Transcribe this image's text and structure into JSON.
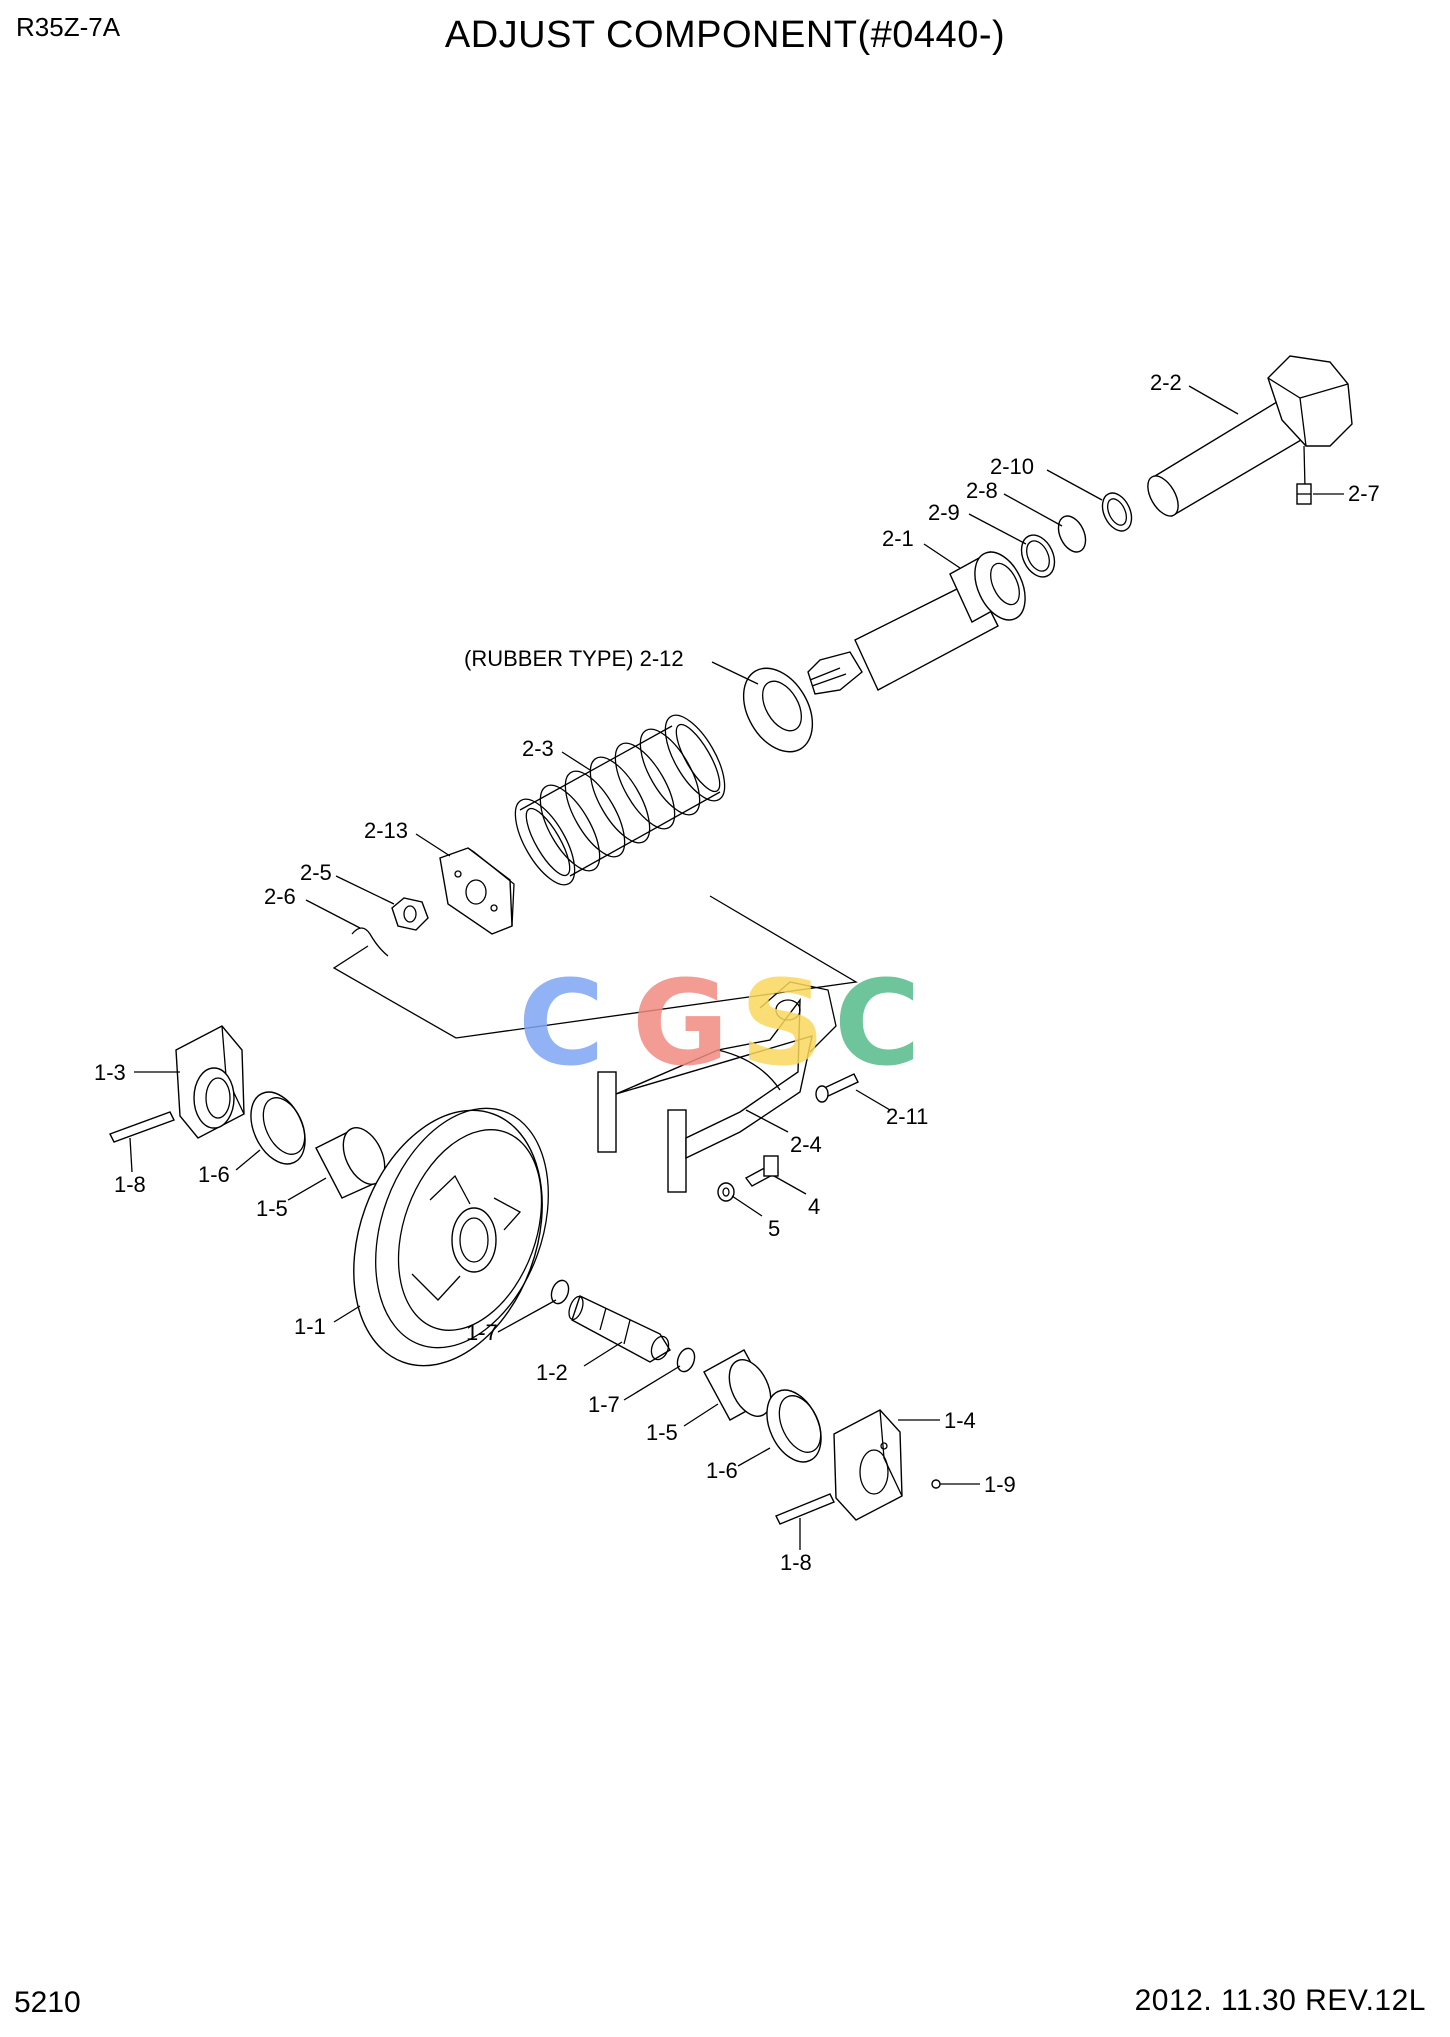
{
  "header": {
    "model": "R35Z-7A",
    "title": "ADJUST COMPONENT(#0440-)"
  },
  "footer": {
    "page_number": "5210",
    "revision": "2012. 11.30  REV.12L"
  },
  "watermark": {
    "letters": [
      {
        "char": "C",
        "color": "#7ea6f4"
      },
      {
        "char": "G",
        "color": "#f28b82"
      },
      {
        "char": "S",
        "color": "#fbd85d"
      },
      {
        "char": "C",
        "color": "#57bb8a"
      }
    ]
  },
  "part_labels": {
    "p2_2": "2-2",
    "p2_7": "2-7",
    "p2_10": "2-10",
    "p2_8": "2-8",
    "p2_9": "2-9",
    "p2_1": "2-1",
    "p2_12": "(RUBBER TYPE) 2-12",
    "p2_3": "2-3",
    "p2_13": "2-13",
    "p2_5": "2-5",
    "p2_6": "2-6",
    "p1_3": "1-3",
    "p1_8a": "1-8",
    "p1_6a": "1-6",
    "p1_5a": "1-5",
    "p2_11": "2-11",
    "p2_4": "2-4",
    "p4": "4",
    "p5": "5",
    "p1_1": "1-1",
    "p1_7a": "1-7",
    "p1_2": "1-2",
    "p1_7b": "1-7",
    "p1_5b": "1-5",
    "p1_6b": "1-6",
    "p1_4": "1-4",
    "p1_9": "1-9",
    "p1_8b": "1-8"
  }
}
